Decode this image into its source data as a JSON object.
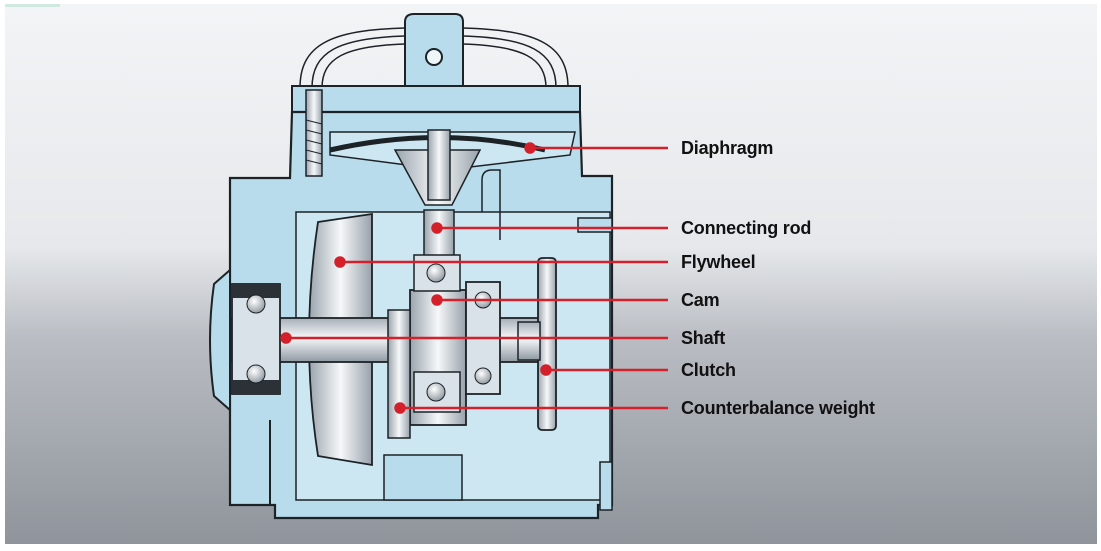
{
  "diagram": {
    "labels": {
      "diaphragm": "Diaphragm",
      "connecting_rod": "Connecting rod",
      "flywheel": "Flywheel",
      "cam": "Cam",
      "shaft": "Shaft",
      "clutch": "Clutch",
      "counterbalance_weight": "Counterbalance weight"
    },
    "colors": {
      "background_top": "#f2f3f5",
      "background_bottom": "#8d9299",
      "body_fill": "#b8dcec",
      "body_outline": "#1c2226",
      "leader_line": "#d3202a",
      "metal_light": "#f4f6f8",
      "metal_dark": "#9aa3ab"
    }
  }
}
